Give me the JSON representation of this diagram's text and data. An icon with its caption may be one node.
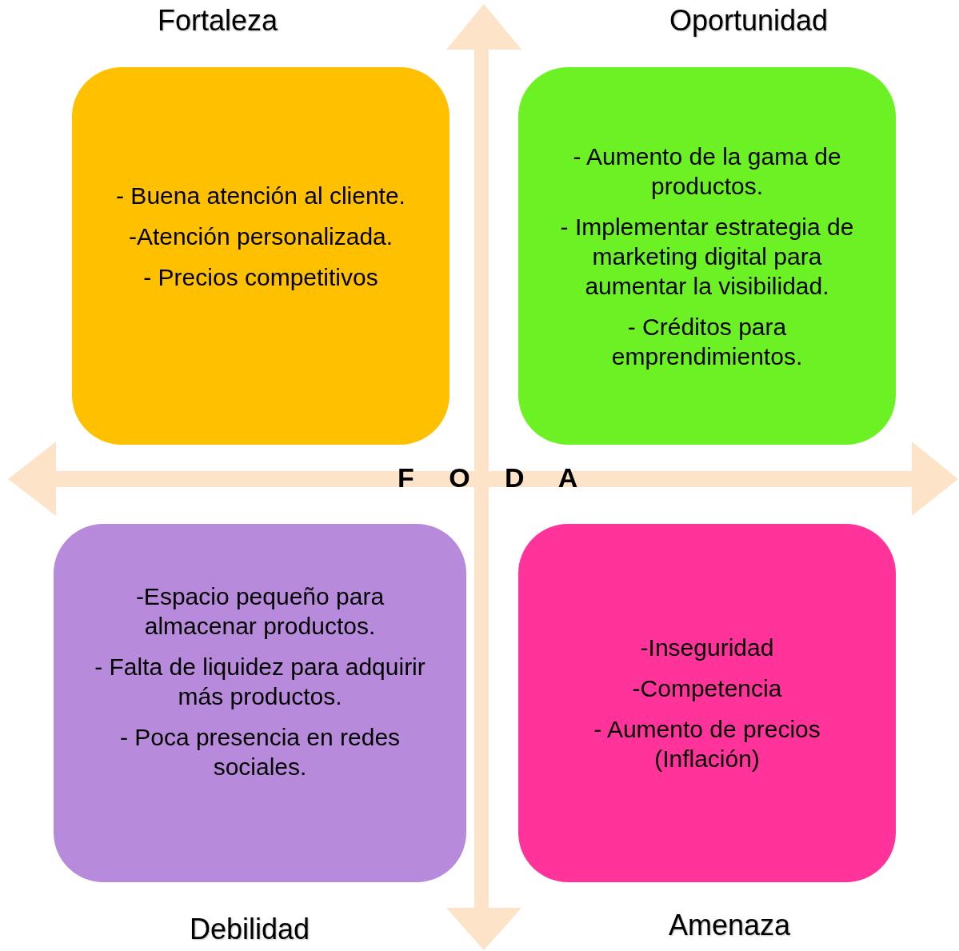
{
  "diagram": {
    "nodes": [
      {
        "text": [
          "Fortaleza",
          "- Buena atención al cliente.",
          "-Atención personalizada.",
          "- Precios competitivos"
        ]
      },
      {
        "text": [
          "Oportunidad",
          "- Aumento de la gama de productos.",
          "- Implementar estrategia de marketing digital para aumentar la visibilidad.",
          "- Créditos para emprendimientos."
        ]
      },
      {
        "text": [
          "-Espacio pequeño para almacenar productos.",
          "- Falta de liquidez para adquirir más productos.",
          "- Poca presencia en redes sociales.",
          "Debilidad"
        ]
      },
      {
        "text": [
          "-Inseguridad",
          "-Competencia",
          "- Aumento de precios (Inflación)",
          "Amenaza"
        ]
      }
    ],
    "labels": [
      "F O D A"
    ]
  }
}
